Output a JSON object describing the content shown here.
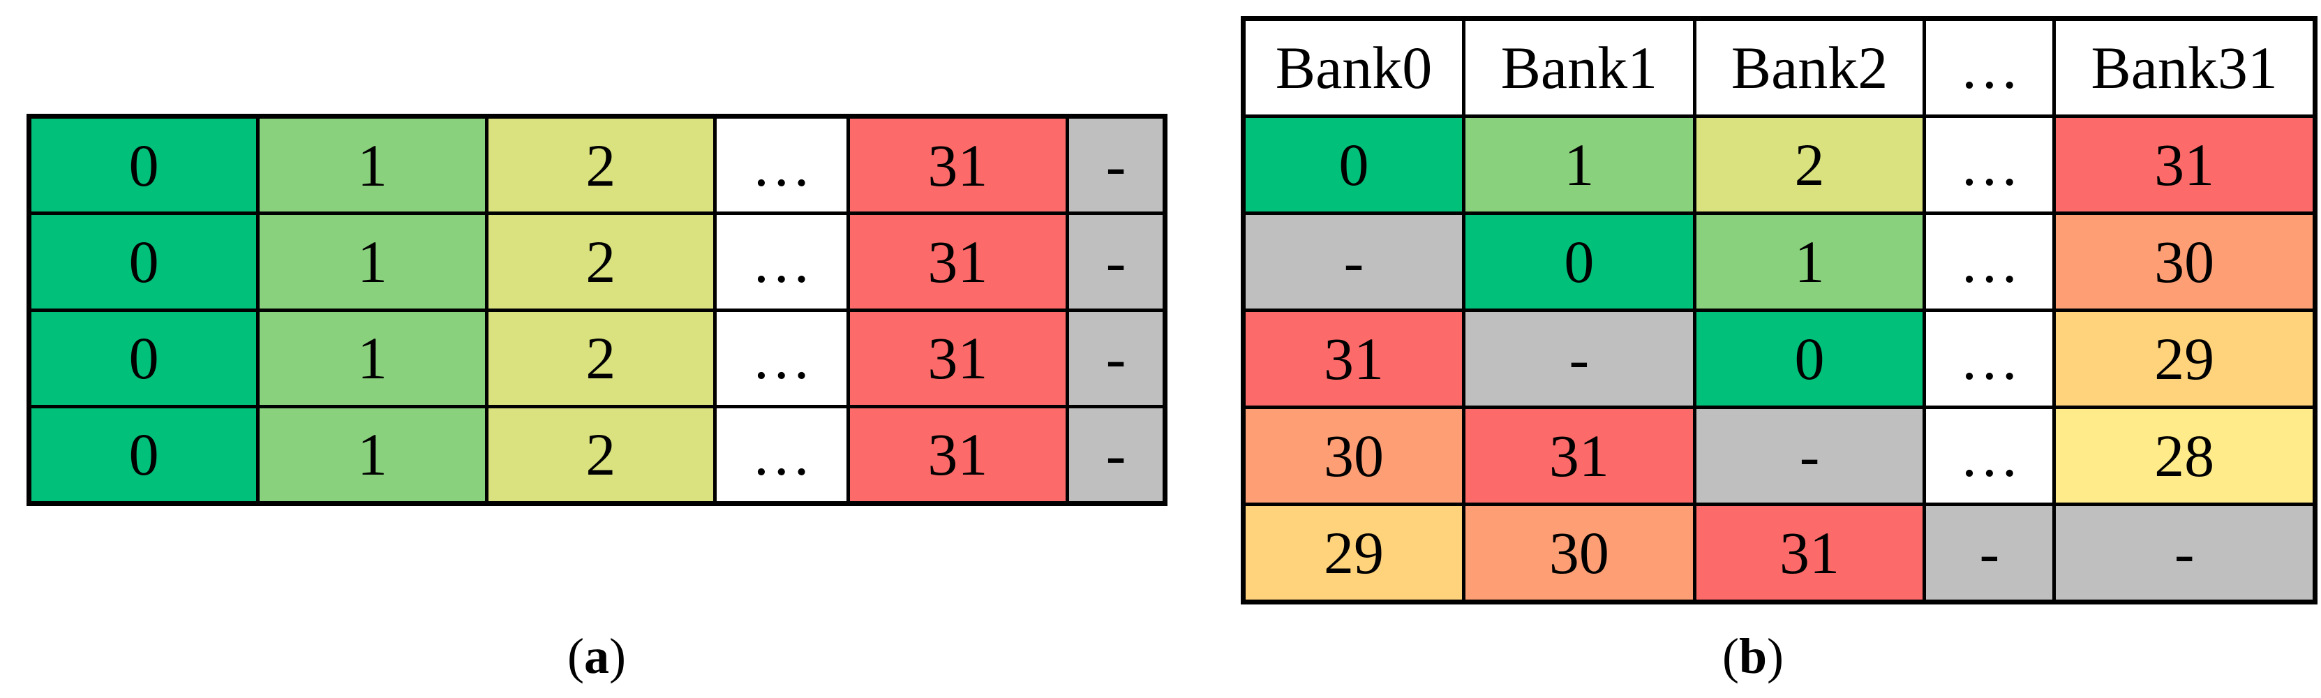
{
  "colors": {
    "green": "#00C07A",
    "light_green": "#8AD17D",
    "yellow_green": "#D9E27E",
    "white": "#FFFFFF",
    "red": "#FD6A6A",
    "orange": "#FD9E75",
    "amber": "#FFD27C",
    "yellow": "#FFEB8A",
    "gray": "#BFBFBF",
    "border": "#000000",
    "text": "#000000"
  },
  "table_a": {
    "rows": [
      [
        {
          "text": "0",
          "color": "green"
        },
        {
          "text": "1",
          "color": "light_green"
        },
        {
          "text": "2",
          "color": "yellow_green"
        },
        {
          "text": "…",
          "color": "white"
        },
        {
          "text": "31",
          "color": "red"
        },
        {
          "text": "-",
          "color": "gray"
        }
      ],
      [
        {
          "text": "0",
          "color": "green"
        },
        {
          "text": "1",
          "color": "light_green"
        },
        {
          "text": "2",
          "color": "yellow_green"
        },
        {
          "text": "…",
          "color": "white"
        },
        {
          "text": "31",
          "color": "red"
        },
        {
          "text": "-",
          "color": "gray"
        }
      ],
      [
        {
          "text": "0",
          "color": "green"
        },
        {
          "text": "1",
          "color": "light_green"
        },
        {
          "text": "2",
          "color": "yellow_green"
        },
        {
          "text": "…",
          "color": "white"
        },
        {
          "text": "31",
          "color": "red"
        },
        {
          "text": "-",
          "color": "gray"
        }
      ],
      [
        {
          "text": "0",
          "color": "green"
        },
        {
          "text": "1",
          "color": "light_green"
        },
        {
          "text": "2",
          "color": "yellow_green"
        },
        {
          "text": "…",
          "color": "white"
        },
        {
          "text": "31",
          "color": "red"
        },
        {
          "text": "-",
          "color": "gray"
        }
      ]
    ]
  },
  "table_b": {
    "header": [
      {
        "text": "Bank0"
      },
      {
        "text": "Bank1"
      },
      {
        "text": "Bank2"
      },
      {
        "text": "…"
      },
      {
        "text": "Bank31"
      }
    ],
    "rows": [
      [
        {
          "text": "0",
          "color": "green"
        },
        {
          "text": "1",
          "color": "light_green"
        },
        {
          "text": "2",
          "color": "yellow_green"
        },
        {
          "text": "…",
          "color": "white"
        },
        {
          "text": "31",
          "color": "red"
        }
      ],
      [
        {
          "text": "-",
          "color": "gray"
        },
        {
          "text": "0",
          "color": "green"
        },
        {
          "text": "1",
          "color": "light_green"
        },
        {
          "text": "…",
          "color": "white"
        },
        {
          "text": "30",
          "color": "orange"
        }
      ],
      [
        {
          "text": "31",
          "color": "red"
        },
        {
          "text": "-",
          "color": "gray"
        },
        {
          "text": "0",
          "color": "green"
        },
        {
          "text": "…",
          "color": "white"
        },
        {
          "text": "29",
          "color": "amber"
        }
      ],
      [
        {
          "text": "30",
          "color": "orange"
        },
        {
          "text": "31",
          "color": "red"
        },
        {
          "text": "-",
          "color": "gray"
        },
        {
          "text": "…",
          "color": "white"
        },
        {
          "text": "28",
          "color": "yellow"
        }
      ],
      [
        {
          "text": "29",
          "color": "amber"
        },
        {
          "text": "30",
          "color": "orange"
        },
        {
          "text": "31",
          "color": "red"
        },
        {
          "text": "-",
          "color": "gray"
        },
        {
          "text": "-",
          "color": "gray"
        }
      ]
    ]
  },
  "captions": {
    "a": {
      "open": "(",
      "letter": "a",
      "close": ")"
    },
    "b": {
      "open": "(",
      "letter": "b",
      "close": ")"
    }
  }
}
